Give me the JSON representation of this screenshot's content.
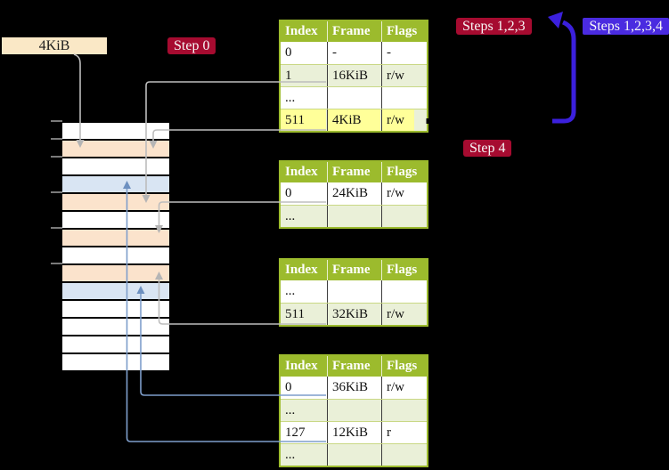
{
  "labels": {
    "page_size_box": "4KiB",
    "step0": "Step 0",
    "steps123": "Steps 1,2,3",
    "steps1234": "Steps 1,2,3,4",
    "step4": "Step 4"
  },
  "colors": {
    "table_header_green": "#9cbb2d",
    "table_alt_row": "#eaf0d8",
    "highlight_yellow": "#ffff99",
    "stack_peach": "#fbe3cc",
    "stack_lightblue": "#d9e5f3",
    "page_size_box_bg": "#fae8c6",
    "badge_red": "#a60b30",
    "badge_blue": "#4a2be0",
    "thick_arrow_blue": "#3b20dd",
    "connector_gray": "#bdbdbd",
    "connector_blue": "#7e9ecb"
  },
  "tables": [
    {
      "columns": [
        "Index",
        "Frame",
        "Flags"
      ],
      "rows": [
        {
          "cells": [
            "0",
            "-",
            "-"
          ],
          "alt": false,
          "highlight": false
        },
        {
          "cells": [
            "1",
            "16KiB",
            "r/w"
          ],
          "alt": true,
          "highlight": false
        },
        {
          "cells": [
            "...",
            "",
            ""
          ],
          "alt": false,
          "highlight": false
        },
        {
          "cells": [
            "511",
            "4KiB",
            "r/w"
          ],
          "alt": true,
          "highlight": true
        }
      ]
    },
    {
      "columns": [
        "Index",
        "Frame",
        "Flags"
      ],
      "rows": [
        {
          "cells": [
            "0",
            "24KiB",
            "r/w"
          ],
          "alt": false,
          "highlight": false
        },
        {
          "cells": [
            "...",
            "",
            ""
          ],
          "alt": true,
          "highlight": false
        }
      ]
    },
    {
      "columns": [
        "Index",
        "Frame",
        "Flags"
      ],
      "rows": [
        {
          "cells": [
            "...",
            "",
            ""
          ],
          "alt": false,
          "highlight": false
        },
        {
          "cells": [
            "511",
            "32KiB",
            "r/w"
          ],
          "alt": true,
          "highlight": false
        }
      ]
    },
    {
      "columns": [
        "Index",
        "Frame",
        "Flags"
      ],
      "rows": [
        {
          "cells": [
            "0",
            "36KiB",
            "r/w"
          ],
          "alt": false,
          "highlight": false
        },
        {
          "cells": [
            "...",
            "",
            ""
          ],
          "alt": true,
          "highlight": false
        },
        {
          "cells": [
            "127",
            "12KiB",
            "r"
          ],
          "alt": false,
          "highlight": false
        },
        {
          "cells": [
            "...",
            "",
            ""
          ],
          "alt": true,
          "highlight": false
        }
      ]
    }
  ],
  "stack_cells": [
    "#ffffff",
    "#fbe3cc",
    "#ffffff",
    "#d9e5f3",
    "#fbe3cc",
    "#ffffff",
    "#fbe3cc",
    "#ffffff",
    "#fbe3cc",
    "#d9e5f3",
    "#ffffff",
    "#ffffff",
    "#ffffff",
    "#ffffff"
  ]
}
